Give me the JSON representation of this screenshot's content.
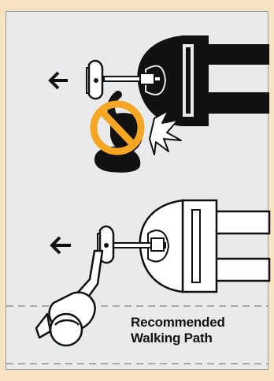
{
  "diagram": {
    "walking_path_label": [
      "Recommended",
      "Walking Path"
    ],
    "colors": {
      "page_background": "#f6e3c2",
      "panel_background": "#e9eaeb",
      "prohibited_sign": "#f5a623",
      "outline": "#111111",
      "dashed_line": "#a8a8a8"
    },
    "icons": [
      "direction-arrow",
      "prohibited-icon",
      "pinch-impact-burst"
    ]
  }
}
